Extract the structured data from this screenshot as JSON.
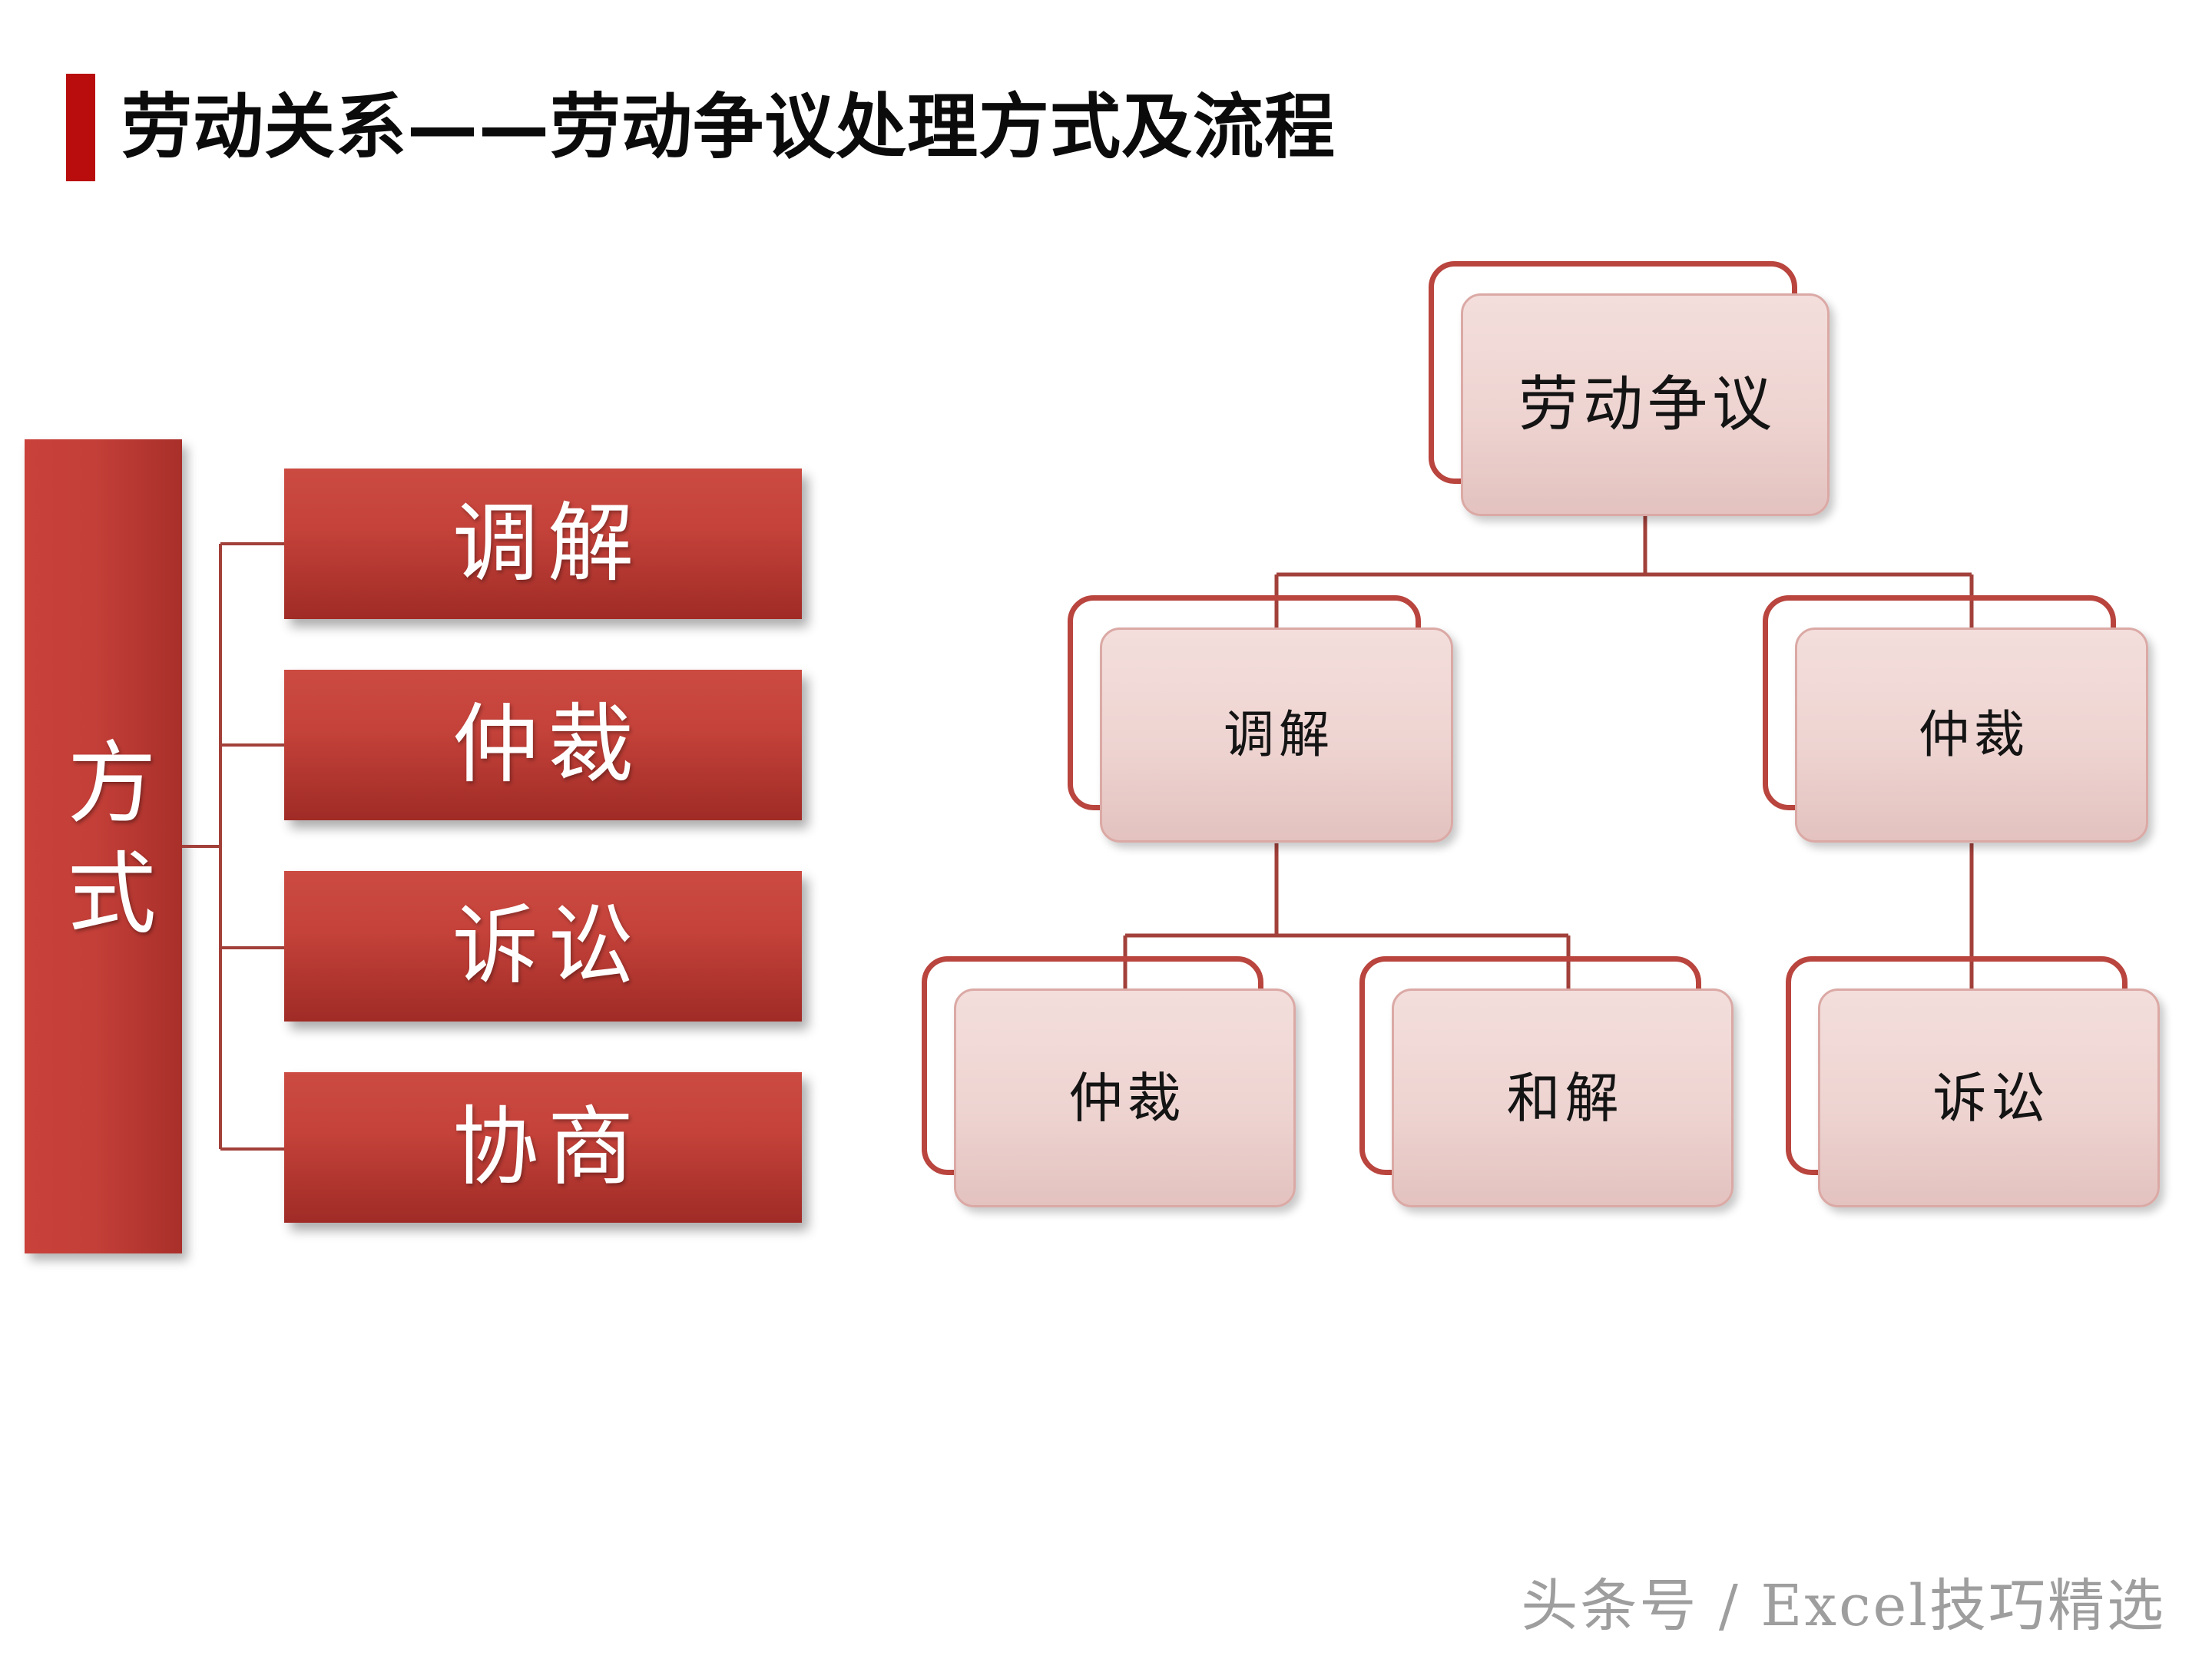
{
  "slide": {
    "title": "劳动关系——劳动争议处理方式及流程",
    "accent_color": "#b90d0d",
    "background_color": "#ffffff",
    "watermark": "头条号 / Excel技巧精选"
  },
  "methods_panel": {
    "bar_label": "方式",
    "bar_color": "#c33f38",
    "box_color": "#c4423a",
    "items": [
      {
        "label": "调解"
      },
      {
        "label": "仲裁"
      },
      {
        "label": "诉讼"
      },
      {
        "label": "协商"
      }
    ]
  },
  "flowchart": {
    "node_fill": "#eed4d1",
    "node_outline": "#b9453e",
    "connector_color": "#a2403a",
    "nodes": {
      "root": "劳动争议",
      "tiaojie": "调解",
      "zhongcai_right": "仲裁",
      "zhongcai_left": "仲裁",
      "hejie": "和解",
      "susong": "诉讼"
    },
    "edges": [
      {
        "from": "劳动争议",
        "to": "调解"
      },
      {
        "from": "劳动争议",
        "to": "仲裁"
      },
      {
        "from": "调解",
        "to": "仲裁"
      },
      {
        "from": "调解",
        "to": "和解"
      },
      {
        "from": "仲裁",
        "to": "诉讼"
      }
    ]
  }
}
